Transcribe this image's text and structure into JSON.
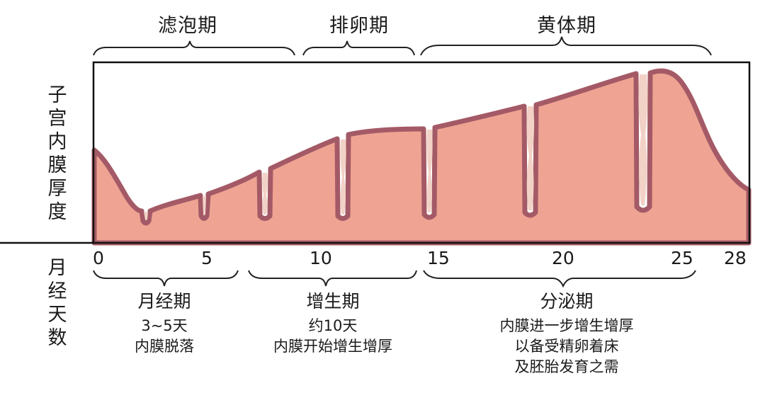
{
  "ovarian_phases": [
    {
      "label": "滤泡期",
      "from_day": 0,
      "to_day": 9.5
    },
    {
      "label": "排卵期",
      "from_day": 9.8,
      "to_day": 15
    },
    {
      "label": "黄体期",
      "from_day": 15.3,
      "to_day": 28
    }
  ],
  "y_axis": {
    "label": "子宫内膜厚度"
  },
  "x_axis": {
    "label": "月经天数",
    "ticks": [
      "0",
      "5",
      "10",
      "15",
      "20",
      "25",
      "28"
    ]
  },
  "uterine_stages": [
    {
      "title": "月经期",
      "lines": [
        "3~5天",
        "内膜脱落"
      ]
    },
    {
      "title": "增生期",
      "lines": [
        "约10天",
        "内膜开始增生增厚"
      ]
    },
    {
      "title": "分泌期",
      "lines": [
        "内膜进一步增生增厚",
        "以备受精卵着床",
        "及胚胎发育之需"
      ]
    }
  ],
  "colors": {
    "tissue_fill": "#efa392",
    "tissue_edge": "#a45a66",
    "gland_lumen": "#f2d2c6",
    "frame": "#111111"
  }
}
